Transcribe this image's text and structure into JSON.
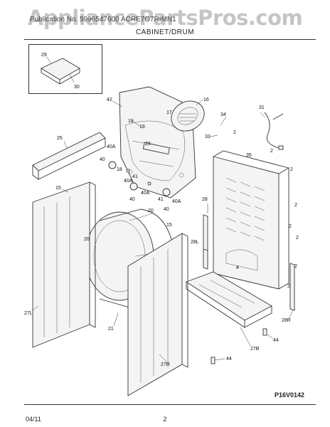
{
  "watermark": "AppliancePartsPros.com",
  "header": {
    "publication_line": "Publication No. 5995547600   ACRE7G7RIMN1",
    "section": "CABINET/DRUM"
  },
  "figure_code": "P16V0142",
  "footer": {
    "date": "04/11",
    "page": "2"
  },
  "part_labels": [
    "29",
    "30",
    "42",
    "16",
    "18",
    "17",
    "34",
    "33",
    "2",
    "31",
    "25",
    "18",
    "23",
    "40A",
    "40",
    "18",
    "41",
    "40A",
    "40",
    "40A",
    "41",
    "40",
    "40A",
    "35",
    "2",
    "2",
    "15",
    "20",
    "20",
    "28",
    "2",
    "2",
    "2",
    "28L",
    "15",
    "4",
    "2",
    "2",
    "27L",
    "21",
    "27R",
    "27B",
    "44",
    "28R",
    "44"
  ]
}
